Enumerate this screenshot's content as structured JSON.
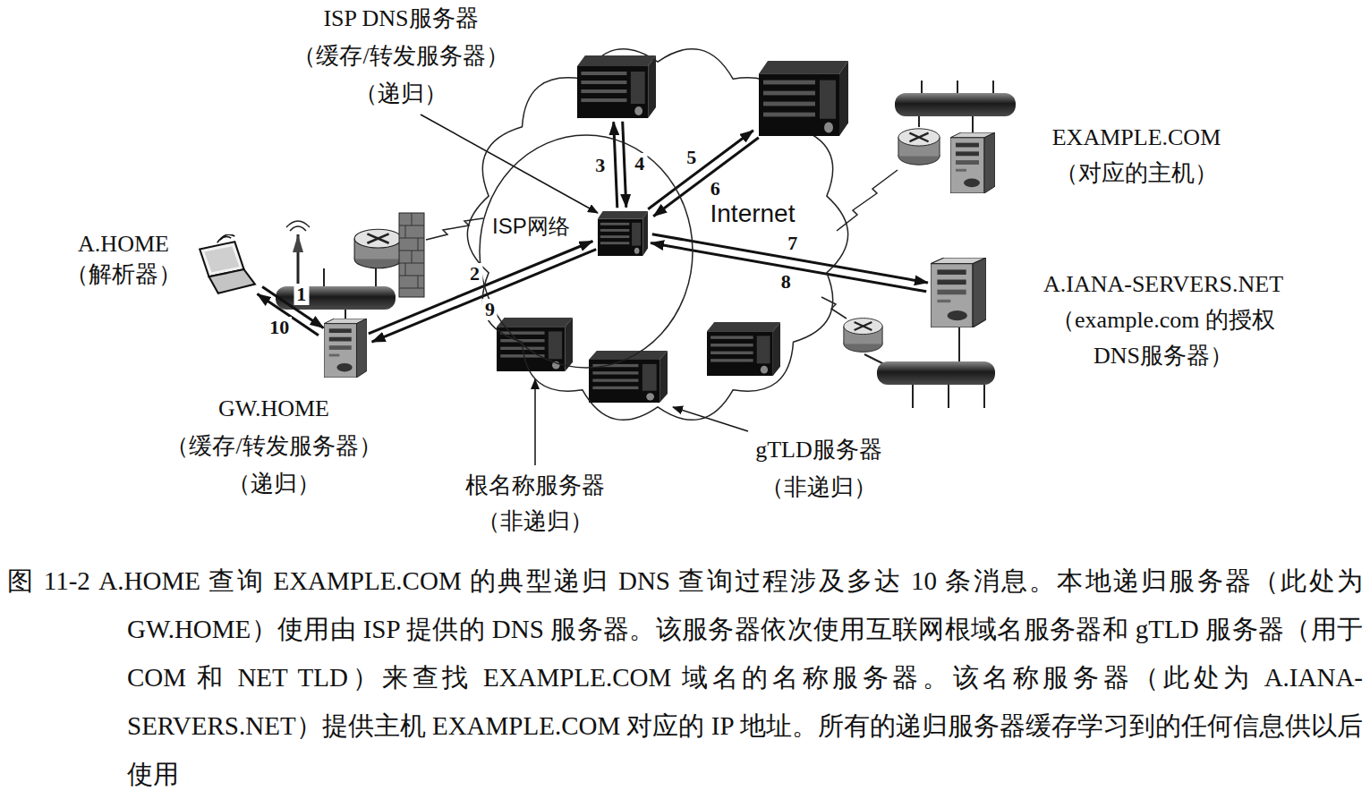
{
  "diagram": {
    "caption": "图 11-2 A.HOME 查询 EXAMPLE.COM 的典型递归 DNS 查询过程涉及多达 10 条消息。本地递归服务器（此处为 GW.HOME）使用由 ISP 提供的 DNS 服务器。该服务器依次使用互联网根域名服务器和 gTLD 服务器（用于 COM 和 NET TLD）来查找 EXAMPLE.COM 域名的名称服务器。该名称服务器（此处为 A.IANA-SERVERS.NET）提供主机 EXAMPLE.COM 对应的 IP 地址。所有的递归服务器缓存学习到的任何信息供以后使用",
    "nodes": [
      {
        "text": [
          "A.HOME",
          "（解析器）"
        ]
      },
      {
        "text": [
          "GW.HOME",
          "（缓存/转发服务器）",
          "（递归）"
        ]
      },
      {
        "text": [
          "Internet"
        ]
      },
      {
        "text": [
          "ISP网络"
        ],
        "in": 2
      },
      {
        "text": [
          "ISP DNS服务器",
          "（缓存/转发服务器）",
          "（递归）"
        ],
        "in": 3
      },
      {
        "text": [],
        "in": 2
      },
      {
        "text": [],
        "in": 2
      },
      {
        "text": [
          "EXAMPLE.COM",
          "（对应的主机）"
        ]
      },
      {
        "text": [
          "A.IANA-SERVERS.NET",
          "（example.com 的授权 DNS服务器）"
        ]
      }
    ],
    "edges": [
      {
        "from": 0,
        "to": 1,
        "arrow": "to",
        "label": "1"
      },
      {
        "from": 1,
        "to": 0,
        "arrow": "to",
        "label": "10"
      },
      {
        "from": 1,
        "to": 4,
        "arrow": "to",
        "label": "2"
      },
      {
        "from": 4,
        "to": 1,
        "arrow": "to",
        "label": "9"
      },
      {
        "from": 4,
        "to": 5,
        "arrow": "to",
        "label": "3"
      },
      {
        "from": 5,
        "to": 4,
        "arrow": "to",
        "label": "4"
      },
      {
        "from": 4,
        "to": 6,
        "arrow": "to",
        "label": "5"
      },
      {
        "from": 6,
        "to": 4,
        "arrow": "to",
        "label": "6"
      },
      {
        "from": 4,
        "to": 8,
        "arrow": "to",
        "label": "7"
      },
      {
        "from": 8,
        "to": 4,
        "arrow": "to",
        "label": "8"
      }
    ],
    "labels": [
      "根名称服务器",
      "（非递归）",
      "gTLD服务器",
      "（非递归）"
    ]
  }
}
